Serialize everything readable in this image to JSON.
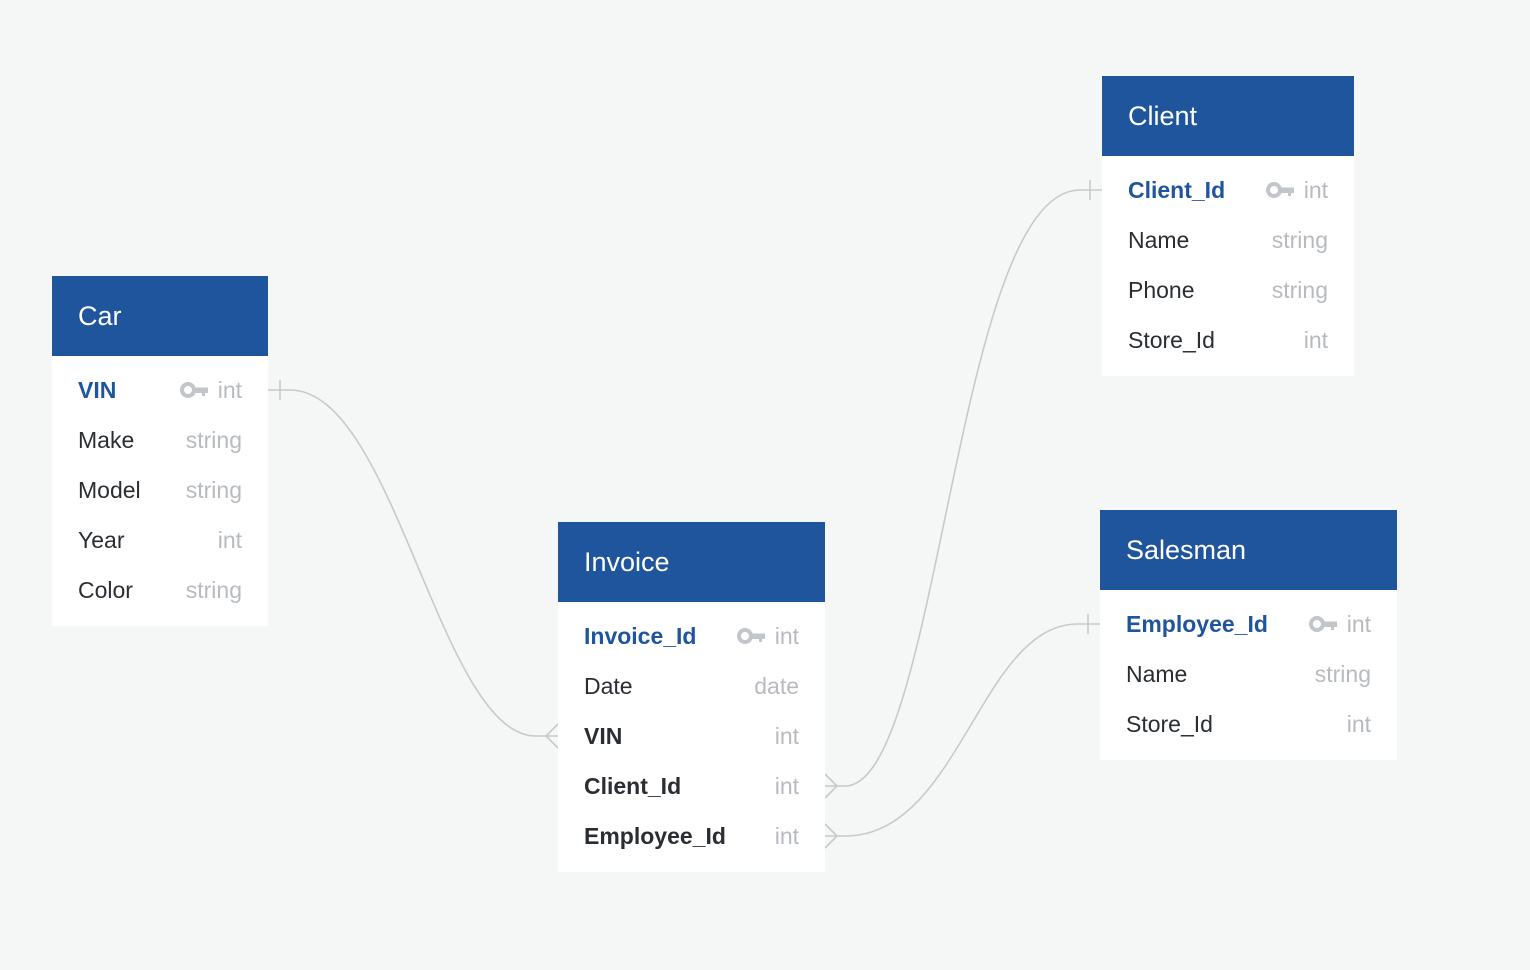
{
  "tables": [
    {
      "id": "car",
      "title": "Car",
      "fields": [
        {
          "name": "VIN",
          "type": "int",
          "role": "pk"
        },
        {
          "name": "Make",
          "type": "string",
          "role": "plain"
        },
        {
          "name": "Model",
          "type": "string",
          "role": "plain"
        },
        {
          "name": "Year",
          "type": "int",
          "role": "plain"
        },
        {
          "name": "Color",
          "type": "string",
          "role": "plain"
        }
      ]
    },
    {
      "id": "invoice",
      "title": "Invoice",
      "fields": [
        {
          "name": "Invoice_Id",
          "type": "int",
          "role": "pk"
        },
        {
          "name": "Date",
          "type": "date",
          "role": "plain"
        },
        {
          "name": "VIN",
          "type": "int",
          "role": "fk"
        },
        {
          "name": "Client_Id",
          "type": "int",
          "role": "fk"
        },
        {
          "name": "Employee_Id",
          "type": "int",
          "role": "fk"
        }
      ]
    },
    {
      "id": "client",
      "title": "Client",
      "fields": [
        {
          "name": "Client_Id",
          "type": "int",
          "role": "pk"
        },
        {
          "name": "Name",
          "type": "string",
          "role": "plain"
        },
        {
          "name": "Phone",
          "type": "string",
          "role": "plain"
        },
        {
          "name": "Store_Id",
          "type": "int",
          "role": "plain"
        }
      ]
    },
    {
      "id": "salesman",
      "title": "Salesman",
      "fields": [
        {
          "name": "Employee_Id",
          "type": "int",
          "role": "pk"
        },
        {
          "name": "Name",
          "type": "string",
          "role": "plain"
        },
        {
          "name": "Store_Id",
          "type": "int",
          "role": "plain"
        }
      ]
    }
  ],
  "relationships": [
    {
      "from": "car.VIN",
      "to": "invoice.VIN",
      "cardinality": "one-to-many"
    },
    {
      "from": "client.Client_Id",
      "to": "invoice.Client_Id",
      "cardinality": "one-to-many"
    },
    {
      "from": "salesman.Employee_Id",
      "to": "invoice.Employee_Id",
      "cardinality": "one-to-many"
    }
  ],
  "icons": {
    "primary_key": "key-icon"
  },
  "colors": {
    "header": "#1f559d",
    "primary_key_text": "#1f559d",
    "type_text": "#b7bbc0",
    "connector": "#c7c9cc",
    "background": "#f5f6f6"
  }
}
